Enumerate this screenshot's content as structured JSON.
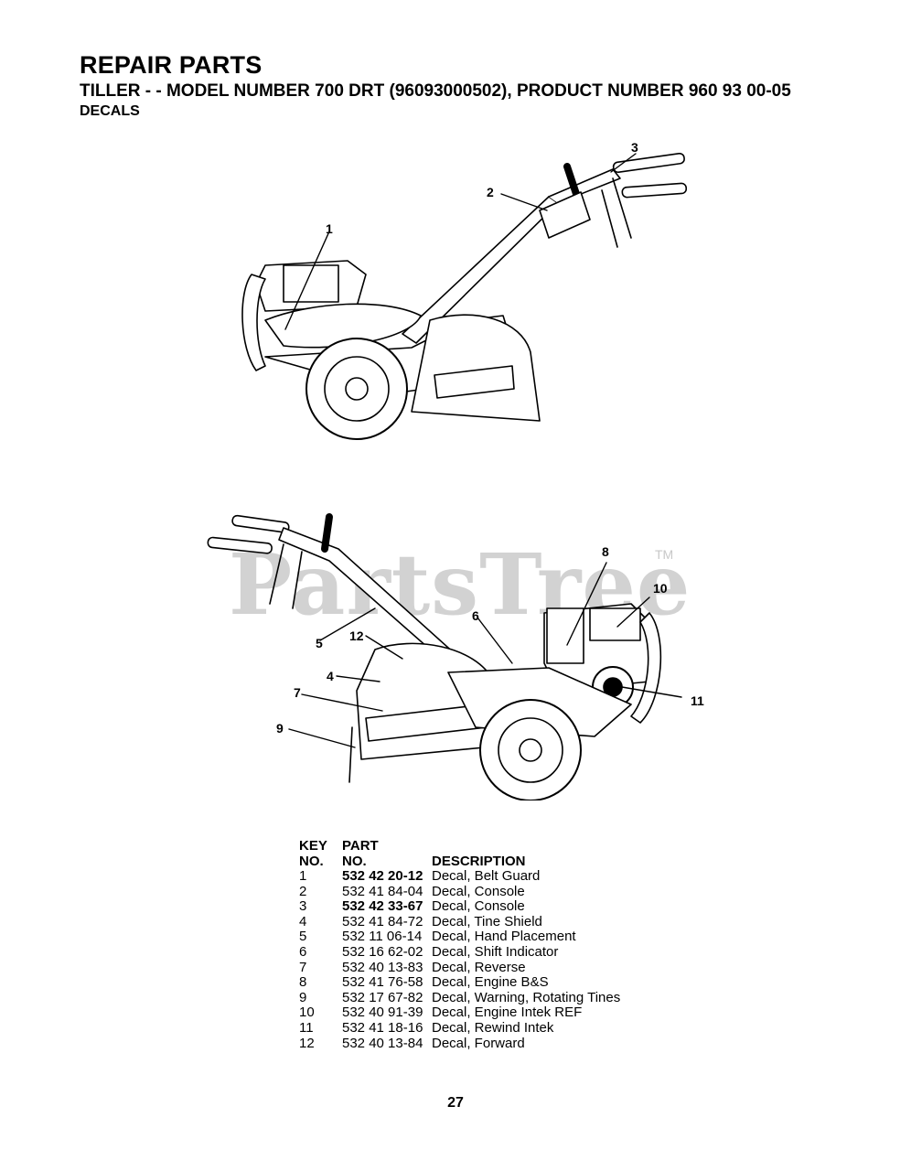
{
  "header": {
    "title": "REPAIR PARTS",
    "subtitle": "TILLER - - MODEL NUMBER 700 DRT (96093000502), PRODUCT NUMBER 960 93 00-05",
    "section": "DECALS"
  },
  "figure1": {
    "callouts": [
      "1",
      "2",
      "3"
    ]
  },
  "figure2": {
    "callouts": [
      "4",
      "5",
      "6",
      "7",
      "8",
      "9",
      "10",
      "11",
      "12"
    ],
    "watermark": "PartsTree",
    "trademark": "TM"
  },
  "parts_table": {
    "headers": {
      "key_line1": "KEY",
      "key_line2": "NO.",
      "part_line1": "PART",
      "part_line2": "NO.",
      "description": "DESCRIPTION"
    },
    "rows": [
      {
        "key": "1",
        "part": "532 42 20-12",
        "part_bold": true,
        "description": "Decal, Belt Guard"
      },
      {
        "key": "2",
        "part": "532 41 84-04",
        "part_bold": false,
        "description": "Decal, Console"
      },
      {
        "key": "3",
        "part": "532 42 33-67",
        "part_bold": true,
        "description": "Decal, Console"
      },
      {
        "key": "4",
        "part": "532 41 84-72",
        "part_bold": false,
        "description": "Decal, Tine Shield"
      },
      {
        "key": "5",
        "part": "532 11 06-14",
        "part_bold": false,
        "description": "Decal, Hand Placement"
      },
      {
        "key": "6",
        "part": "532 16 62-02",
        "part_bold": false,
        "description": "Decal, Shift Indicator"
      },
      {
        "key": "7",
        "part": "532 40 13-83",
        "part_bold": false,
        "description": "Decal, Reverse"
      },
      {
        "key": "8",
        "part": "532 41 76-58",
        "part_bold": false,
        "description": "Decal, Engine B&S"
      },
      {
        "key": "9",
        "part": "532 17 67-82",
        "part_bold": false,
        "description": "Decal, Warning, Rotating Tines"
      },
      {
        "key": "10",
        "part": "532 40 91-39",
        "part_bold": false,
        "description": "Decal, Engine Intek REF"
      },
      {
        "key": "11",
        "part": "532 41 18-16",
        "part_bold": false,
        "description": "Decal, Rewind Intek"
      },
      {
        "key": "12",
        "part": "532 40 13-84",
        "part_bold": false,
        "description": "Decal, Forward"
      }
    ]
  },
  "footer": {
    "page_number": "27"
  }
}
